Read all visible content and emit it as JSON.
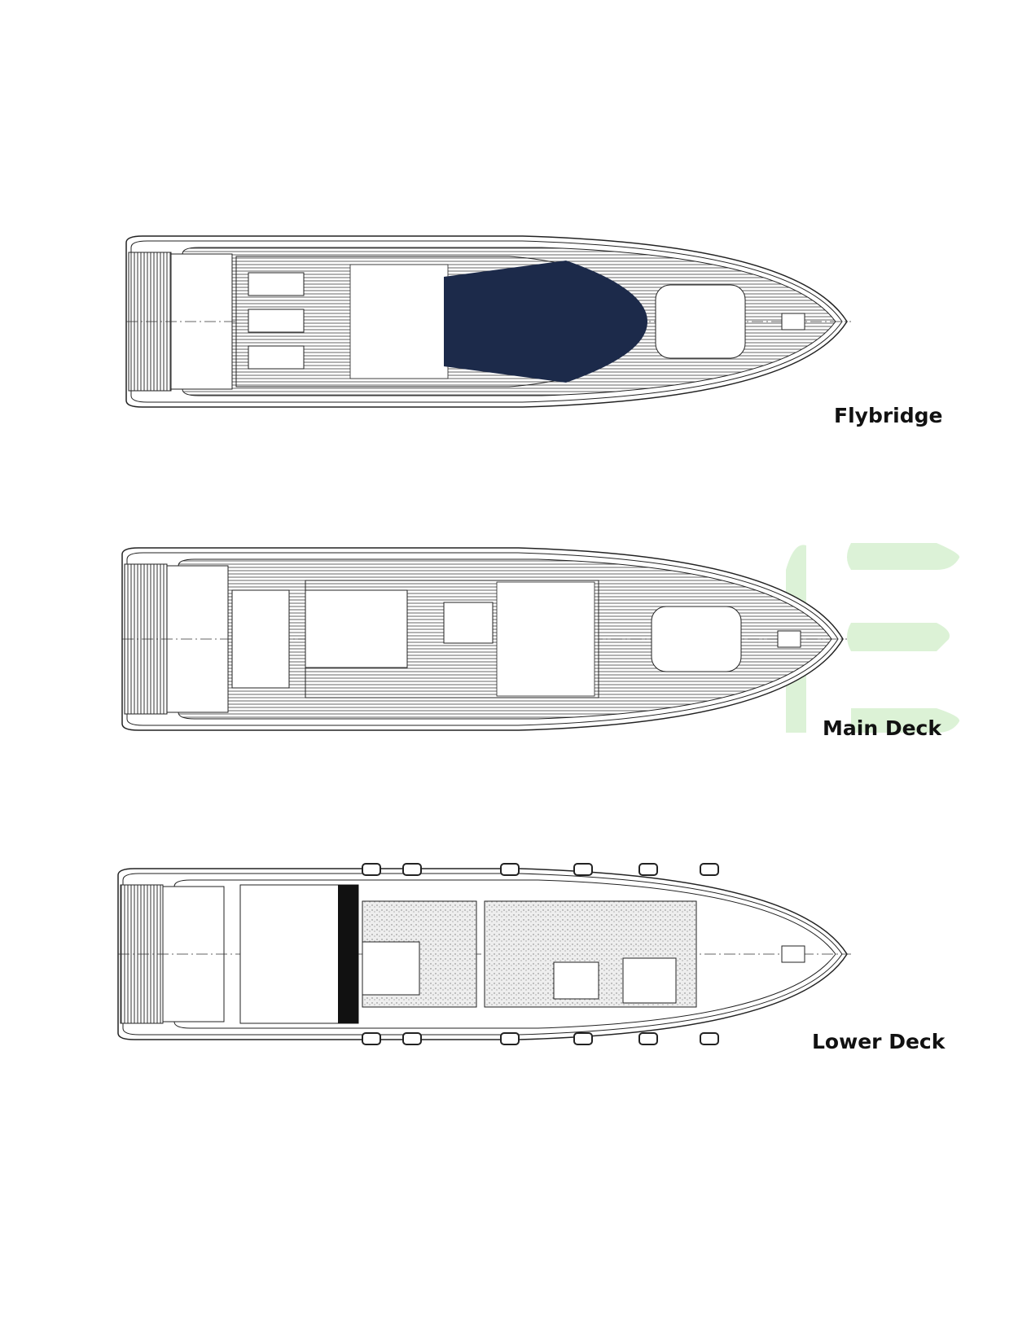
{
  "decks": [
    {
      "id": "flybridge",
      "label": "Flybridge"
    },
    {
      "id": "main",
      "label": "Main Deck"
    },
    {
      "id": "lower",
      "label": "Lower Deck"
    }
  ],
  "colors": {
    "line": "#222222",
    "deck_fill": "#9a9a9a",
    "hardtop": "#1c2a4a",
    "watermark": "#cfeec8"
  }
}
